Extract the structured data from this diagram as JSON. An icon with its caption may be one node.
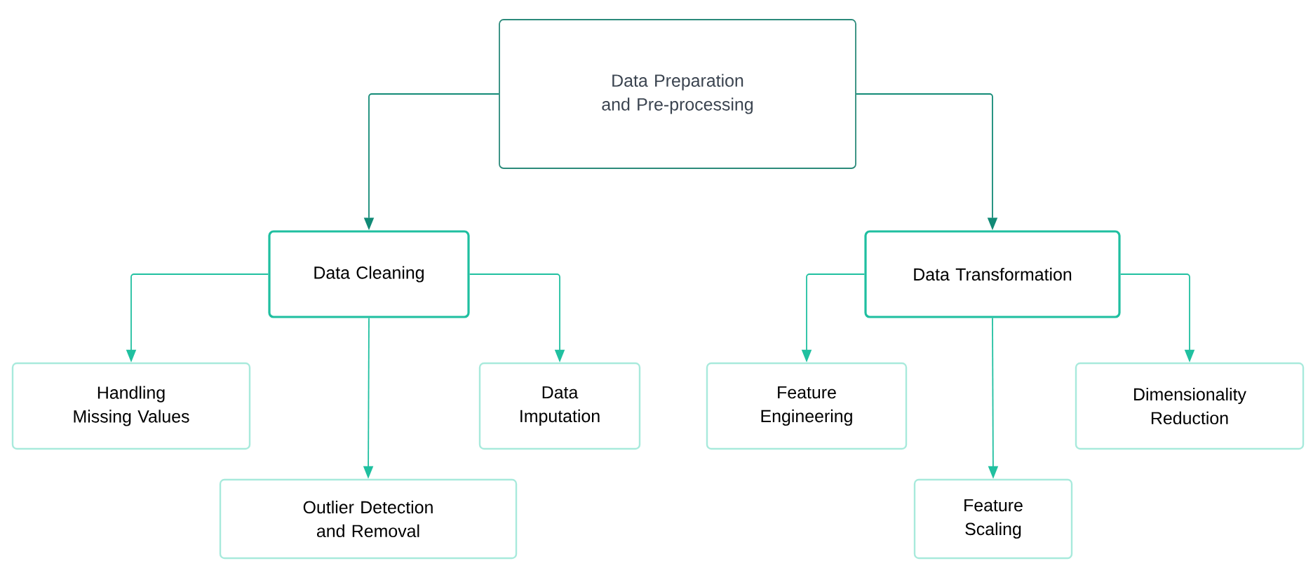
{
  "diagram": {
    "nodes": [
      {
        "text": [
          "Data Preparation and Pre-processing"
        ]
      },
      {
        "text": [
          "Data Cleaning"
        ]
      },
      {
        "text": [
          "Data Transformation"
        ]
      },
      {
        "text": [
          "Handling Missing Values"
        ]
      },
      {
        "text": [
          "Outlier Detection and Removal"
        ]
      },
      {
        "text": [
          "Data Imputation"
        ]
      },
      {
        "text": [
          "Feature Engineering"
        ]
      },
      {
        "text": [
          "Feature Scaling"
        ]
      },
      {
        "text": [
          "Dimensionality Reduction"
        ]
      }
    ],
    "edges": [
      {
        "from": 0,
        "to": 1,
        "arrow": "to",
        "color": "#128a76"
      },
      {
        "from": 0,
        "to": 2,
        "arrow": "to",
        "color": "#128a76"
      },
      {
        "from": 1,
        "to": 3,
        "arrow": "to"
      },
      {
        "from": 1,
        "to": 4,
        "arrow": "to"
      },
      {
        "from": 1,
        "to": 5,
        "arrow": "to"
      },
      {
        "from": 2,
        "to": 6,
        "arrow": "to"
      },
      {
        "from": 2,
        "to": 7,
        "arrow": "to"
      },
      {
        "from": 2,
        "to": 8,
        "arrow": "to"
      }
    ]
  }
}
